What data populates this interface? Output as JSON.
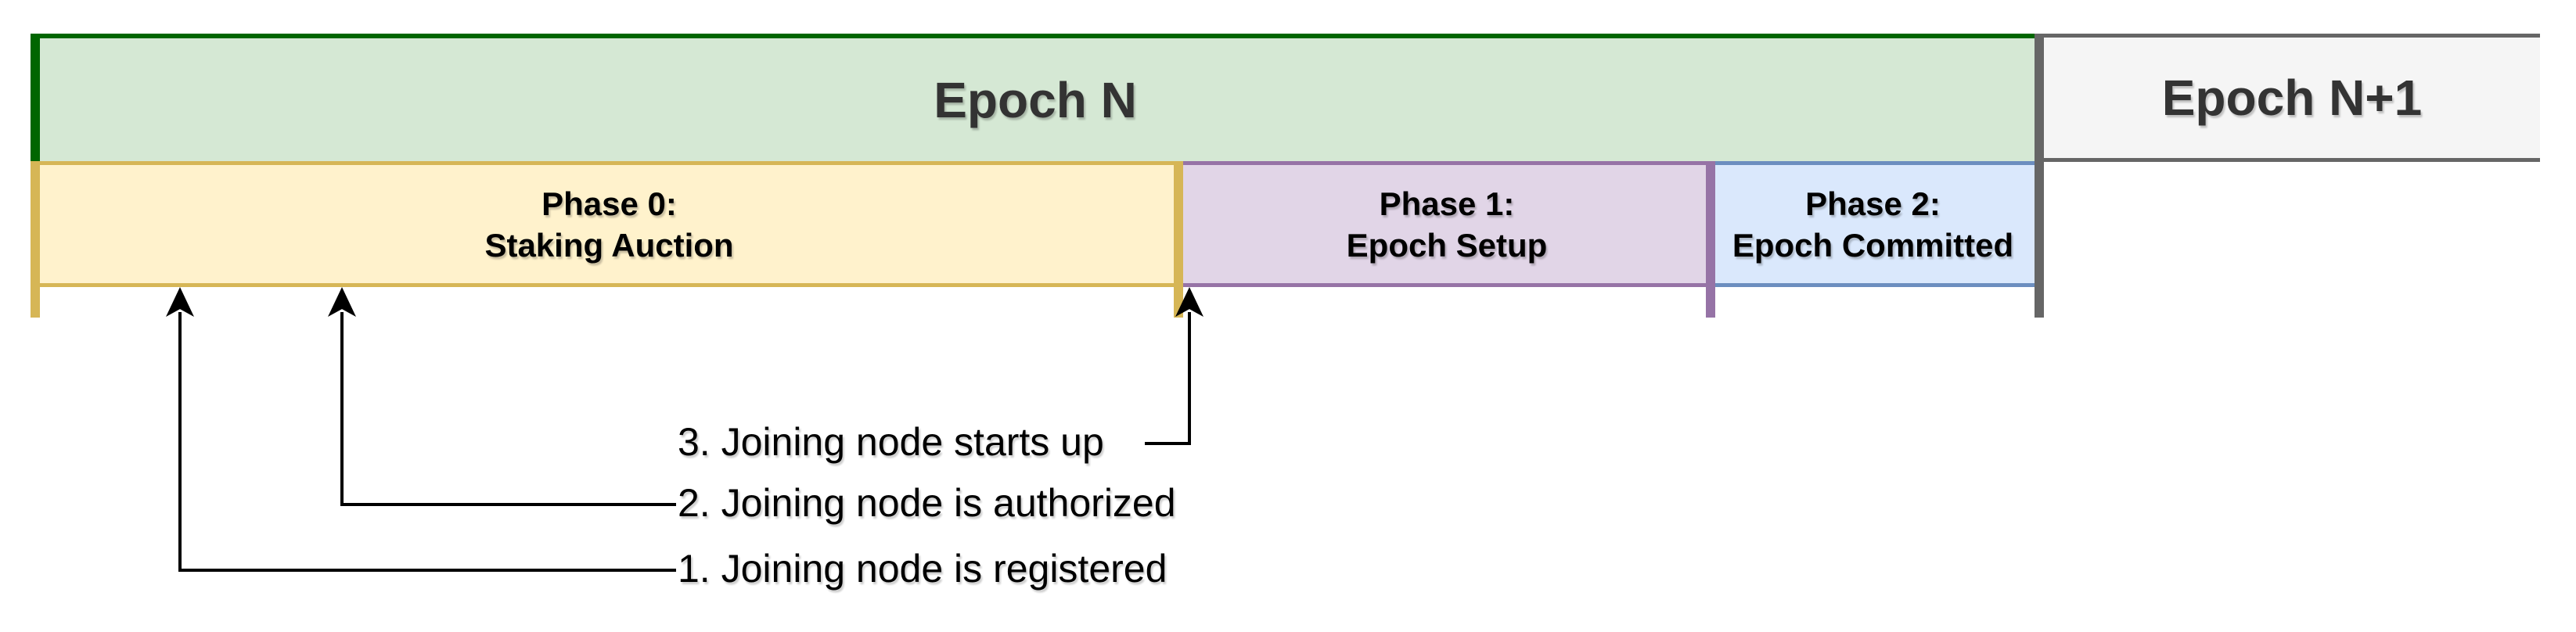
{
  "diagram": {
    "title_implicit": "Epoch phase timeline",
    "epochs": [
      {
        "id": "epoch-n",
        "label": "Epoch N",
        "fill": "#d5e8d4",
        "border": "#006600",
        "text_color": "#333333"
      },
      {
        "id": "epoch-n1",
        "label": "Epoch N+1",
        "fill": "#f5f5f5",
        "border": "#666666",
        "text_color": "#333333"
      }
    ],
    "phases": [
      {
        "id": "phase-0",
        "line1": "Phase 0:",
        "line2": "Staking Auction",
        "fill": "#fff2cc",
        "border": "#d6b656"
      },
      {
        "id": "phase-1",
        "line1": "Phase 1:",
        "line2": "Epoch Setup",
        "fill": "#e1d5e7",
        "border": "#9673a6"
      },
      {
        "id": "phase-2",
        "line1": "Phase 2:",
        "line2": "Epoch Committed",
        "fill": "#dae8fc",
        "border": "#6c8ebf"
      }
    ],
    "markers": {
      "epoch_start_color": "#006600",
      "phase0_start_color": "#d6b656",
      "phase0_end_color": "#d6b656",
      "phase1_end_color": "#9673a6",
      "epoch_divider_color": "#666666"
    },
    "annotations": [
      {
        "num": 1,
        "label": "1. Joining node is registered"
      },
      {
        "num": 2,
        "label": "2. Joining node is authorized"
      },
      {
        "num": 3,
        "label": "3. Joining node starts up"
      }
    ],
    "arrow_color": "#000000",
    "background_color": "#ffffff"
  }
}
